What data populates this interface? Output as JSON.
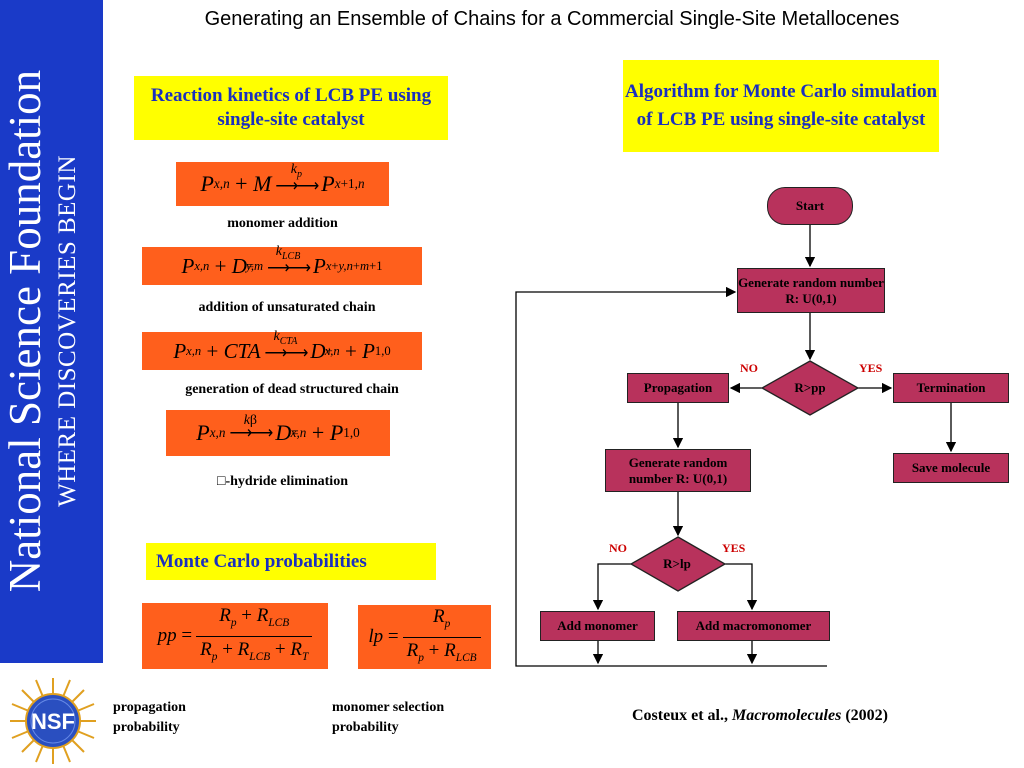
{
  "sidebar": {
    "org_name": "National Science Foundation",
    "tagline": "WHERE DISCOVERIES BEGIN",
    "band_color": "#1a3ac8"
  },
  "title": "Generating an Ensemble of Chains for a Commercial Single-Site Metallocenes",
  "kinetics_box": {
    "label": "Reaction kinetics of LCB PE using single-site catalyst"
  },
  "algorithm_box": {
    "label": "Algorithm for Monte Carlo simulation of LCB PE using single-site catalyst"
  },
  "reactions": [
    {
      "caption": "monomer addition"
    },
    {
      "caption": "addition of unsaturated chain"
    },
    {
      "caption": "generation of dead structured chain"
    },
    {
      "caption": "□-hydride elimination"
    }
  ],
  "mc_box": {
    "label": "Monte Carlo probabilities"
  },
  "probabilities": {
    "pp_label": "propagation probability",
    "lp_label": "monomer selection probability"
  },
  "flowchart": {
    "start": "Start",
    "generate_1": "Generate random number R: U(0,1)",
    "decision_1": "R>pp",
    "no_1": "NO",
    "yes_1": "YES",
    "propagation": "Propagation",
    "termination": "Termination",
    "save": "Save molecule",
    "generate_2": "Generate random number R: U(0,1)",
    "decision_2": "R>lp",
    "no_2": "NO",
    "yes_2": "YES",
    "add_monomer": "Add monomer",
    "add_macromonomer": "Add macromonomer",
    "node_color": "#b8325c"
  },
  "citation": {
    "authors": "Costeux et al.,",
    "journal": "Macromolecules",
    "year": "(2002)"
  },
  "logo": {
    "text": "NSF"
  },
  "colors": {
    "highlight_yellow": "#ffff00",
    "equation_orange": "#ff5f1c",
    "heading_blue": "#1a2fbf"
  }
}
